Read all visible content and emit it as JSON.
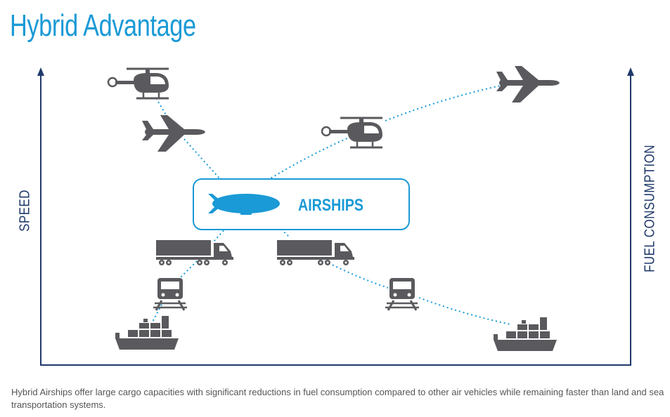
{
  "title": "Hybrid Advantage",
  "axes": {
    "left_label": "SPEED",
    "right_label": "FUEL CONSUMPTION"
  },
  "center": {
    "label": "AIRSHIPS",
    "icon": "airship-icon"
  },
  "speed_side_icons": [
    "helicopter-icon",
    "airplane-icon",
    "truck-icon",
    "train-icon",
    "cargo-ship-icon"
  ],
  "fuel_side_icons": [
    "airplane-icon",
    "helicopter-icon",
    "truck-icon",
    "train-icon",
    "cargo-ship-icon"
  ],
  "caption": "Hybrid Airships offer large cargo capacities with significant reductions in fuel consumption compared to other air vehicles while remaining faster than land and sea transportation systems.",
  "colors": {
    "title": "#1a9ad6",
    "axis": "#1f3a6b",
    "icon": "#5a5a5e",
    "accent": "#1a9ad6"
  }
}
